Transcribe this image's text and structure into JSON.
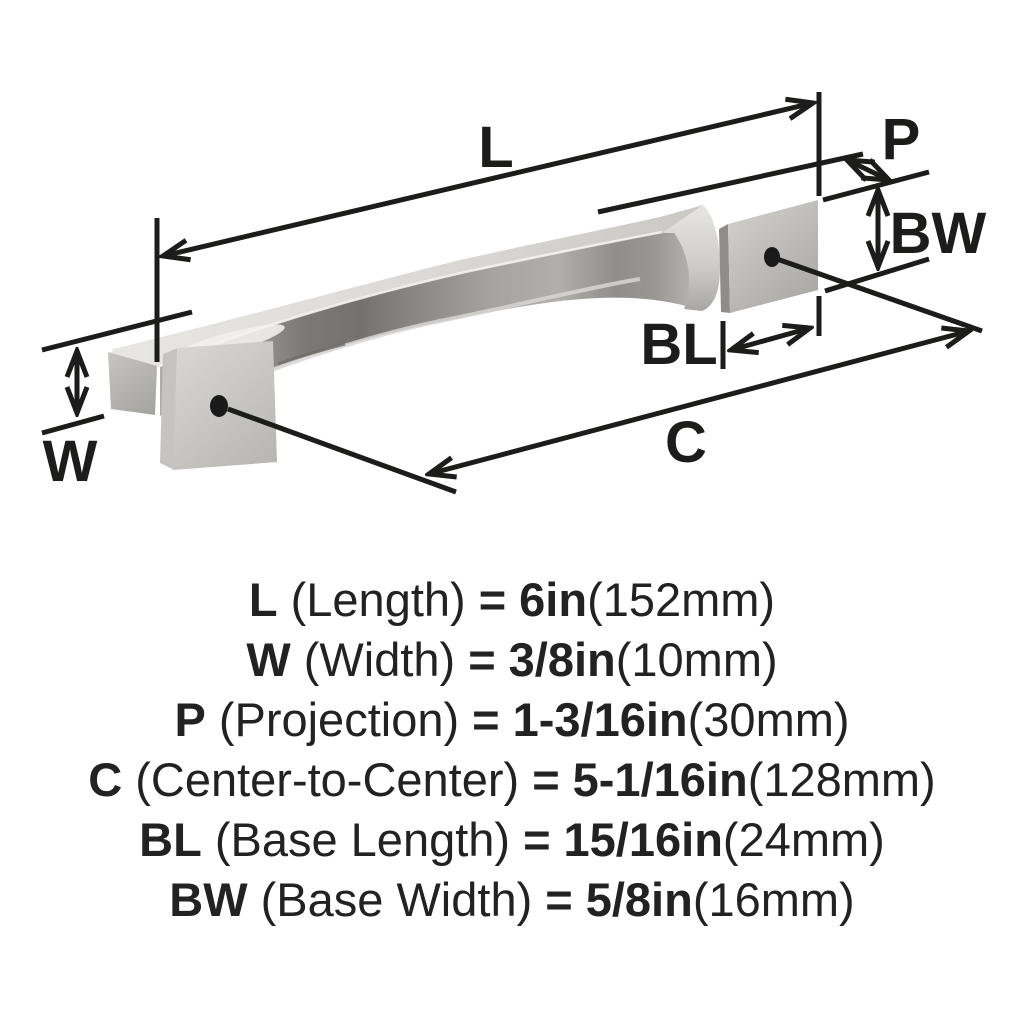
{
  "diagram": {
    "render": "cabinet-pull-handle-brushed-nickel",
    "labels": {
      "L": "L",
      "W": "W",
      "P": "P",
      "C": "C",
      "BL": "BL",
      "BW": "BW"
    },
    "colors": {
      "background": "#ffffff",
      "dimension_line": "#1c1c1a",
      "legend_text": "#222222",
      "metal_light": "#e7e5e2",
      "metal_mid": "#b0aeaa",
      "metal_dark": "#74726e",
      "screw_hole": "#1a1a1a"
    }
  },
  "legend": {
    "rows": [
      {
        "symbol": "L",
        "name": "(Length)",
        "equals": "=",
        "value": "6in",
        "metric": "(152mm)"
      },
      {
        "symbol": "W",
        "name": "(Width)",
        "equals": "=",
        "value": "3/8in",
        "metric": "(10mm)"
      },
      {
        "symbol": "P",
        "name": "(Projection)",
        "equals": "=",
        "value": "1-3/16in",
        "metric": "(30mm)"
      },
      {
        "symbol": "C",
        "name": "(Center-to-Center)",
        "equals": "=",
        "value": "5-1/16in",
        "metric": "(128mm)"
      },
      {
        "symbol": "BL",
        "name": "(Base Length)",
        "equals": "=",
        "value": "15/16in",
        "metric": "(24mm)"
      },
      {
        "symbol": "BW",
        "name": "(Base Width)",
        "equals": "=",
        "value": "5/8in",
        "metric": "(16mm)"
      }
    ]
  }
}
